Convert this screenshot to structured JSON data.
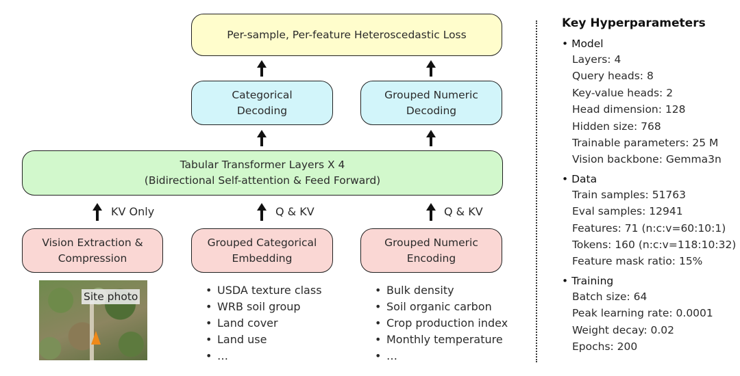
{
  "diagram": {
    "loss": "Per-sample, Per-feature Heteroscedastic Loss",
    "decoders": {
      "categorical": [
        "Categorical",
        "Decoding"
      ],
      "numeric": [
        "Grouped Numeric",
        "Decoding"
      ]
    },
    "transformer": [
      "Tabular Transformer Layers X 4",
      "(Bidirectional Self-attention & Feed Forward)"
    ],
    "edge_labels": {
      "vision": "KV Only",
      "categorical": "Q & KV",
      "numeric": "Q & KV"
    },
    "inputs": {
      "vision": [
        "Vision Extraction &",
        "Compression"
      ],
      "categorical": [
        "Grouped Categorical",
        "Embedding"
      ],
      "numeric": [
        "Grouped Numeric",
        "Encoding"
      ]
    },
    "photo_label": "Site photo",
    "categorical_features": [
      "USDA texture class",
      "WRB soil group",
      "Land cover",
      "Land use",
      "…"
    ],
    "numeric_features": [
      "Bulk density",
      "Soil organic carbon",
      "Crop production index",
      "Monthly temperature",
      "…"
    ]
  },
  "hyperparameters": {
    "title": "Key Hyperparameters",
    "groups": [
      {
        "name": "Model",
        "items": [
          "Layers: 4",
          "Query heads: 8",
          "Key-value heads: 2",
          "Head dimension: 128",
          "Hidden size: 768",
          "Trainable parameters: 25 M",
          "Vision backbone: Gemma3n"
        ]
      },
      {
        "name": "Data",
        "items": [
          "Train samples: 51763",
          "Eval samples: 12941",
          "Features: 71 (n:c:v=60:10:1)",
          "Tokens: 160 (n:c:v=118:10:32)",
          "Feature mask ratio: 15%"
        ]
      },
      {
        "name": "Training",
        "items": [
          "Batch size: 64",
          "Peak learning rate: 0.0001",
          "Weight decay: 0.02",
          "Epochs: 200"
        ]
      }
    ]
  },
  "colors": {
    "loss_fill": "#fffdcc",
    "decoder_fill": "#d2f5fa",
    "transformer_fill": "#d2f8cc",
    "input_fill": "#fad7d4",
    "border": "#1f1f1f",
    "flag": "#f08a1a"
  }
}
